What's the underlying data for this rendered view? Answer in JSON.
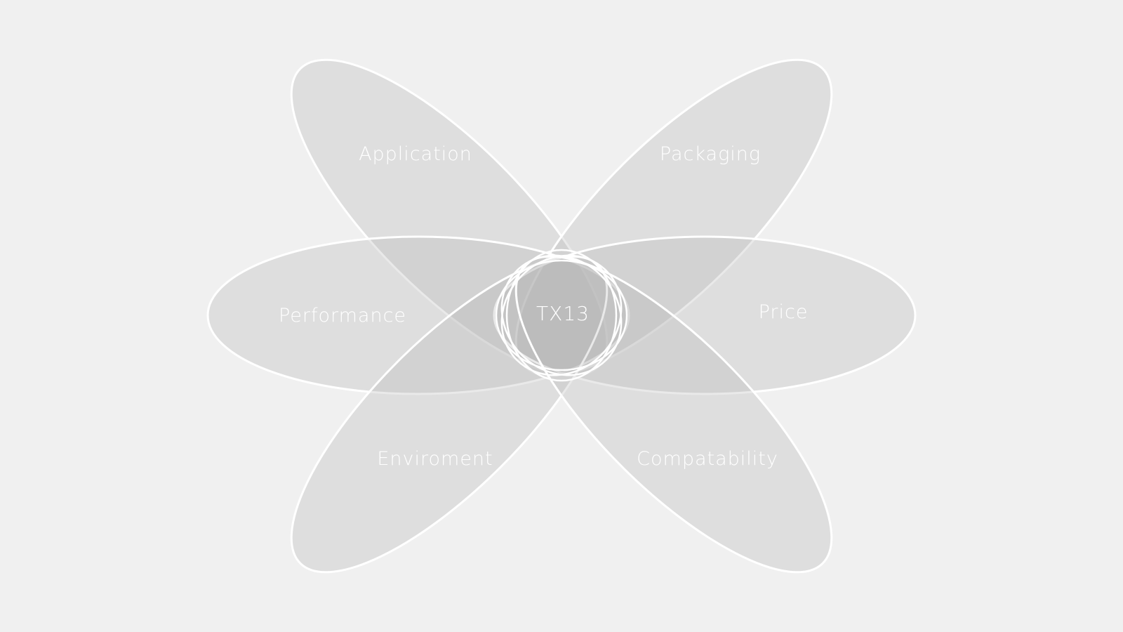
{
  "diagram": {
    "center_label": "TX13",
    "petals": [
      {
        "key": "application",
        "label": "Application"
      },
      {
        "key": "packaging",
        "label": "Packaging"
      },
      {
        "key": "performance",
        "label": "Performance"
      },
      {
        "key": "price",
        "label": "Price"
      },
      {
        "key": "enviroment",
        "label": "Enviroment"
      },
      {
        "key": "compatability",
        "label": "Compatability"
      }
    ]
  },
  "colors": {
    "background": "#f0f0f0",
    "petal_fill": "#b5b5b5",
    "stroke": "#ffffff",
    "text": "#ffffff"
  }
}
